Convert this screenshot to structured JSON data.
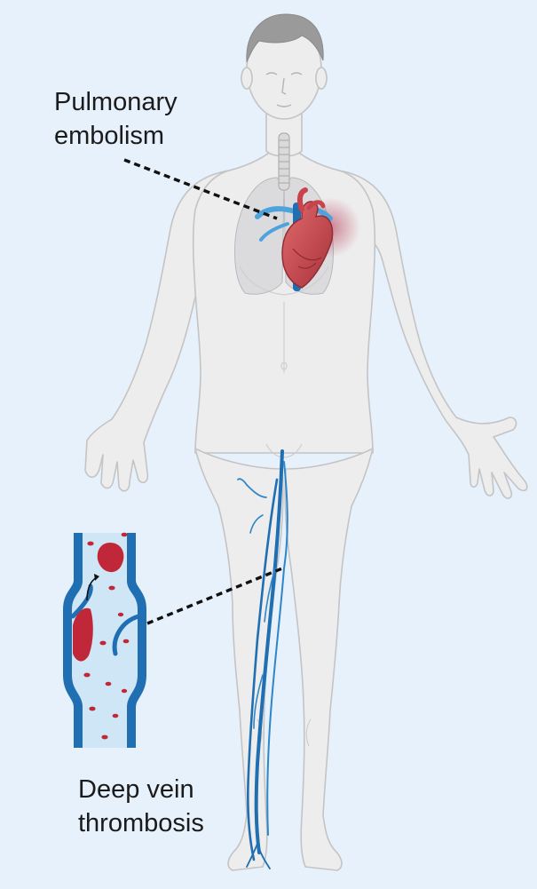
{
  "labels": {
    "pulmonary_embolism": [
      "Pulmonary",
      "embolism"
    ],
    "deep_vein_thrombosis": [
      "Deep vein",
      "thrombosis"
    ]
  },
  "colors": {
    "background": "#e6f1fb",
    "skin": "#ededed",
    "skin_outline": "#c4c4c4",
    "hair": "#9a9a9a",
    "vein": "#1f6fb2",
    "vein_light": "#4fa3dc",
    "clot": "#c0283a",
    "heart": "#c8444c",
    "lungs": "#cfcfd3",
    "leader_line": "#111111"
  }
}
